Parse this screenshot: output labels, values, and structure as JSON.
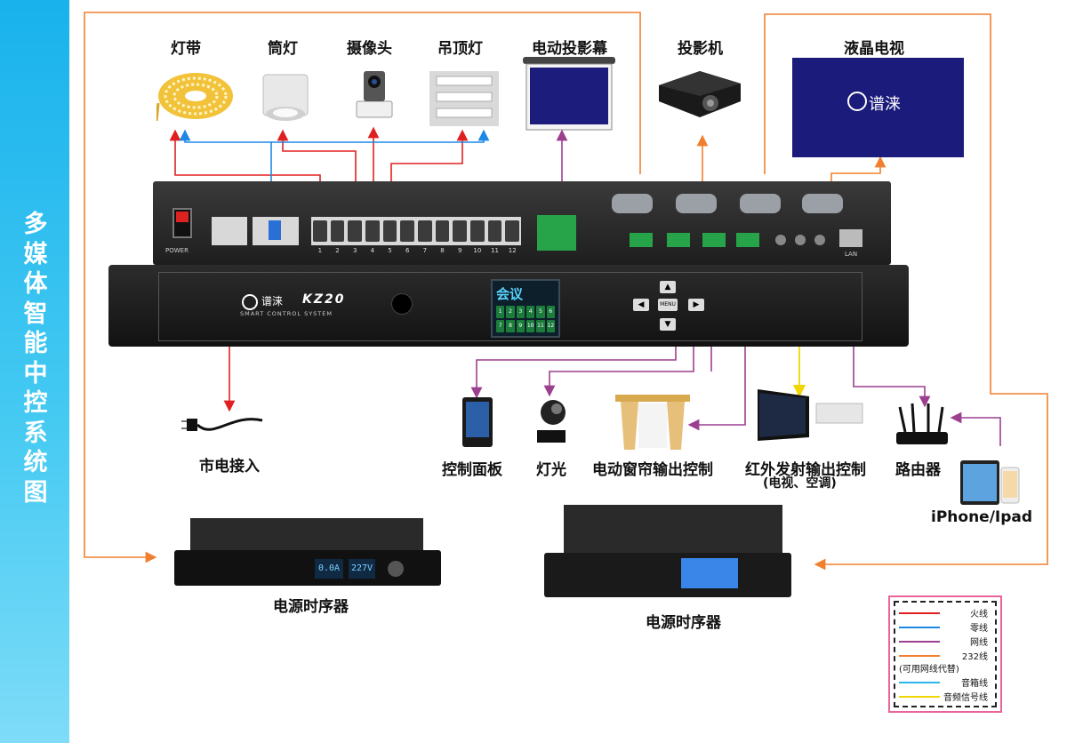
{
  "sidebar": {
    "title_chars": [
      "多",
      "媒",
      "体",
      "智",
      "能",
      "中",
      "控",
      "系",
      "统",
      "图"
    ]
  },
  "top_devices": {
    "light_strip": "灯带",
    "downlight": "筒灯",
    "camera": "摄像头",
    "ceiling_light": "吊顶灯",
    "motorized_screen": "电动投影幕",
    "projector": "投影机",
    "lcd_tv": "液晶电视"
  },
  "controller": {
    "brand": "谱涞",
    "model": "KZ20",
    "subtitle": "SMART CONTROL SYSTEM",
    "screen_title": "会议",
    "keypad": [
      "1",
      "2",
      "3",
      "4",
      "5",
      "6",
      "7",
      "8",
      "9",
      "10",
      "11",
      "12"
    ],
    "menu_label": "MENU",
    "rear_terminal_numbers": [
      "1",
      "2",
      "3",
      "4",
      "5",
      "6",
      "7",
      "8",
      "9",
      "10",
      "11",
      "12"
    ],
    "rear_power_label": "POWER",
    "rear_lan_label": "LAN"
  },
  "bottom_devices": {
    "mains_input": "市电接入",
    "control_panel": "控制面板",
    "stage_light": "灯光",
    "curtain": "电动窗帘输出控制",
    "ir_output": "红外发射输出控制",
    "ir_output_sub": "(电视、空调)",
    "router": "路由器",
    "mobile": "iPhone/Ipad",
    "sequencer_left": "电源时序器",
    "sequencer_right": "电源时序器",
    "sequencer_readout_1": "0.0A",
    "sequencer_readout_2": "227V"
  },
  "tv_brand": "谱涞",
  "legend": {
    "items": [
      {
        "label": "火线",
        "color": "#e02020"
      },
      {
        "label": "零线",
        "color": "#1e88e5"
      },
      {
        "label": "网线",
        "color": "#9c3f8f"
      },
      {
        "label": "232线",
        "color": "#f08030"
      },
      {
        "label": "(可用网线代替)",
        "color": ""
      },
      {
        "label": "音箱线",
        "color": "#2ab6e8"
      },
      {
        "label": "音频信号线",
        "color": "#f2d600"
      }
    ]
  },
  "colors": {
    "live": "#e02020",
    "neutral": "#1e88e5",
    "network": "#9c3f8f",
    "rs232": "#f08030",
    "speaker": "#2ab6e8",
    "audio": "#f2d600",
    "accent": "#19b2ec"
  }
}
